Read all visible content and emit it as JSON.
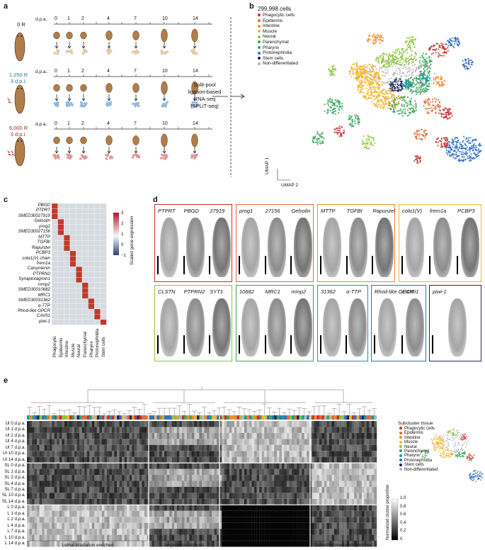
{
  "panel_labels": {
    "a": "a",
    "b": "b",
    "c": "c",
    "d": "d",
    "e": "e"
  },
  "panel_a": {
    "dpa_label": "d.p.a.:",
    "days": [
      "0",
      "1",
      "2",
      "4",
      "7",
      "10",
      "14"
    ],
    "conditions": [
      {
        "line1": "0 R",
        "line2": "",
        "color": "#111111"
      },
      {
        "line1": "1,250 R",
        "line2": "3 d.p.i.",
        "color": "#2f6fa8"
      },
      {
        "line1": "6,000 R",
        "line2": "3 d.p.i.",
        "color": "#a3272d"
      }
    ],
    "method": [
      "Split-pool",
      "ligation-based",
      "RNA-seq",
      "(SPLiT-seq)"
    ],
    "colors": {
      "worm": "#b07d48",
      "ctrl": "#e8d4b0",
      "sub": "#9ec3e6",
      "lethal": "#e8a2a6"
    }
  },
  "panel_b": {
    "title": "299,998 cells",
    "legend": [
      {
        "name": "Phagocytic cells",
        "color": "#c8322e"
      },
      {
        "name": "Epidermis",
        "color": "#e26a3a"
      },
      {
        "name": "Intestine",
        "color": "#f28b2a"
      },
      {
        "name": "Muscle",
        "color": "#f5b52c"
      },
      {
        "name": "Neural",
        "color": "#8cc63f"
      },
      {
        "name": "Parenchymal",
        "color": "#3aa35a"
      },
      {
        "name": "Pharynx",
        "color": "#1a9a9a"
      },
      {
        "name": "Protonephridia",
        "color": "#2f6fc0"
      },
      {
        "name": "Stem cells",
        "color": "#1f2a5c"
      },
      {
        "name": "Non-differentiated",
        "color": "#b5b5b5"
      }
    ],
    "axis_x": "UMAP 2",
    "axis_y": "UMAP 1"
  },
  "panel_c": {
    "genes": [
      "PBGD",
      "PTPRT",
      "SMED30027919",
      "Gelsolin",
      "prog1",
      "SMED30027156",
      "MTTP",
      "TGFBI",
      "Rapunzel",
      "PCBP3",
      "colα1(V) chain",
      "frem1a",
      "Calsyntenin",
      "PTPRN2",
      "Synaptotagmin1",
      "mmp2",
      "SMED30010682",
      "MRC1",
      "SMED30031362",
      "α-TTP",
      "Rhod-like GPCR",
      "CAVII1",
      "piwi-1"
    ],
    "tissues": [
      "Phagocytic",
      "Epidermis",
      "Intestine",
      "Muscle",
      "Neural",
      "Parenchymal",
      "Pharynx",
      "Protonephridia",
      "Stem cells"
    ],
    "colorbar_label": "Scaled gene expression",
    "colorbar_ticks": [
      "3",
      "2",
      "1",
      "0",
      "−1"
    ]
  },
  "panel_d": {
    "boxes": [
      {
        "color": "#c8322e",
        "genes": [
          "PTPRT",
          "PBGD",
          "27919"
        ]
      },
      {
        "color": "#e26a3a",
        "genes": [
          "prog1",
          "27156",
          "Gelsolin"
        ]
      },
      {
        "color": "#f28b2a",
        "genes": [
          "MTTP",
          "TGFBI",
          "Rapunzel"
        ]
      },
      {
        "color": "#f5b52c",
        "genes": [
          "colα1(V)",
          "frem1a",
          "PCBP3"
        ]
      },
      {
        "color": "#8cc63f",
        "genes": [
          "CLSTN",
          "PTPRN2",
          "SYT1"
        ]
      },
      {
        "color": "#3aa35a",
        "genes": [
          "10682",
          "MRC1",
          "mmp2"
        ]
      },
      {
        "color": "#1a9a9a",
        "genes": [
          "31362",
          "α-TTP"
        ]
      },
      {
        "color": "#2f6fc0",
        "genes": [
          "Rhod-like GPCR",
          "CAVII1"
        ]
      },
      {
        "color": "#1f2a5c",
        "genes": [
          "piwi-1"
        ]
      }
    ]
  },
  "panel_e": {
    "rows": [
      "UI 0 d.p.a.",
      "UI 1 d.p.a.",
      "UI 2 d.p.a.",
      "UI 4 d.p.a.",
      "UI 7 d.p.a.",
      "UI 10 d.p.a.",
      "UI 14 d.p.a.",
      "SL 0 d.p.a.",
      "SL 1 d.p.a.",
      "SL 2 d.p.a.",
      "SL 4 d.p.a.",
      "SL 7 d.p.a.",
      "SL 10 d.p.a.",
      "SL 14 d.p.a.",
      "L 0 d.p.a.",
      "L 1 d.p.a.",
      "L 2 d.p.a.",
      "L 4 d.p.a.",
      "L 7 d.p.a.",
      "L 10 d.p.a.",
      "L 14 d.p.a."
    ],
    "subcluster_label": "Subcluster tissue",
    "legend": [
      "Phagocytic cells",
      "Epidermis",
      "Intestine",
      "Muscle",
      "Neural",
      "Parenchymal",
      "Pharynx",
      "Protonephridia",
      "Stem cells",
      "Non-differentiated"
    ],
    "colorbar_label": "Normalized cluster proportion",
    "colorbar_ticks": [
      "1.0",
      "0.8",
      "0.6",
      "0.4",
      "0.2",
      "0"
    ],
    "groups": [
      "Lethal irradiation enriched",
      "Amputation-induced",
      "Enriched in unirradiated",
      "Sublethal irradiation enriched"
    ]
  }
}
